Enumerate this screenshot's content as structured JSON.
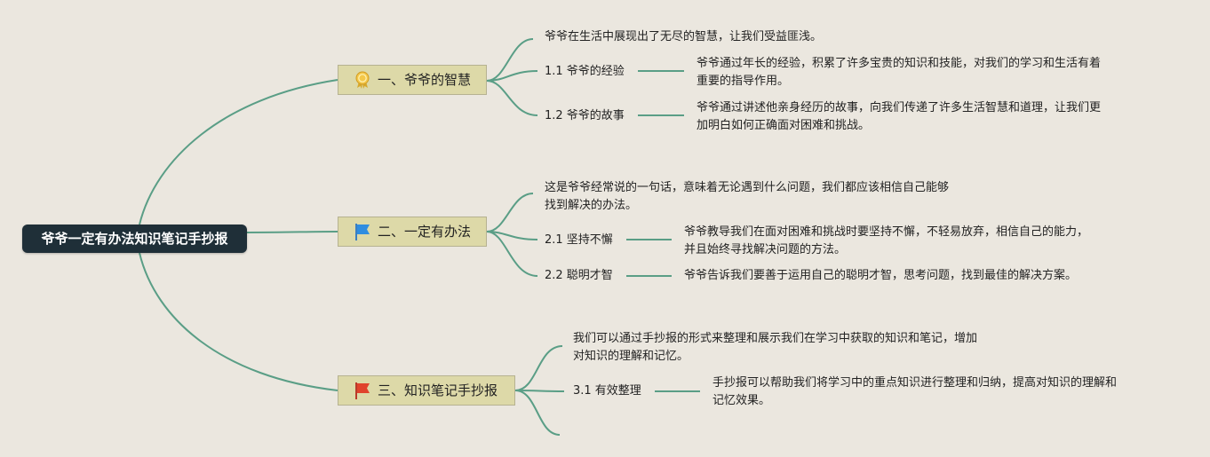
{
  "root": {
    "title": "爷爷一定有办法知识笔记手抄报"
  },
  "branches": [
    {
      "title": "一、爷爷的智慧",
      "icon": "award-medal-icon",
      "note": [
        "爷爷在生活中展现出了无尽的智慧，让我们受益匪浅。"
      ],
      "subs": [
        {
          "label": "1.1 爷爷的经验",
          "text": [
            "爷爷通过年长的经验，积累了许多宝贵的知识和技能，对我们的学习和生活有着",
            "重要的指导作用。"
          ]
        },
        {
          "label": "1.2 爷爷的故事",
          "text": [
            "爷爷通过讲述他亲身经历的故事，向我们传递了许多生活智慧和道理，让我们更",
            "加明白如何正确面对困难和挑战。"
          ]
        }
      ]
    },
    {
      "title": "二、一定有办法",
      "icon": "blue-flag-icon",
      "note": [
        "这是爷爷经常说的一句话，意味着无论遇到什么问题，我们都应该相信自己能够",
        "找到解决的办法。"
      ],
      "subs": [
        {
          "label": "2.1 坚持不懈",
          "text": [
            "爷爷教导我们在面对困难和挑战时要坚持不懈，不轻易放弃，相信自己的能力，",
            "并且始终寻找解决问题的方法。"
          ]
        },
        {
          "label": "2.2 聪明才智",
          "text": [
            "爷爷告诉我们要善于运用自己的聪明才智，思考问题，找到最佳的解决方案。"
          ]
        }
      ]
    },
    {
      "title": "三、知识笔记手抄报",
      "icon": "red-flag-icon",
      "note": [
        "我们可以通过手抄报的形式来整理和展示我们在学习中获取的知识和笔记，增加",
        "对知识的理解和记忆。"
      ],
      "subs": [
        {
          "label": "3.1 有效整理",
          "text": [
            "手抄报可以帮助我们将学习中的重点知识进行整理和归纳，提高对知识的理解和",
            "记忆效果。"
          ]
        }
      ]
    }
  ],
  "colors": {
    "background": "#ebe7df",
    "root_fill": "#1f2f38",
    "branch_fill": "#ddd9a8",
    "connector": "#5a9e86"
  }
}
